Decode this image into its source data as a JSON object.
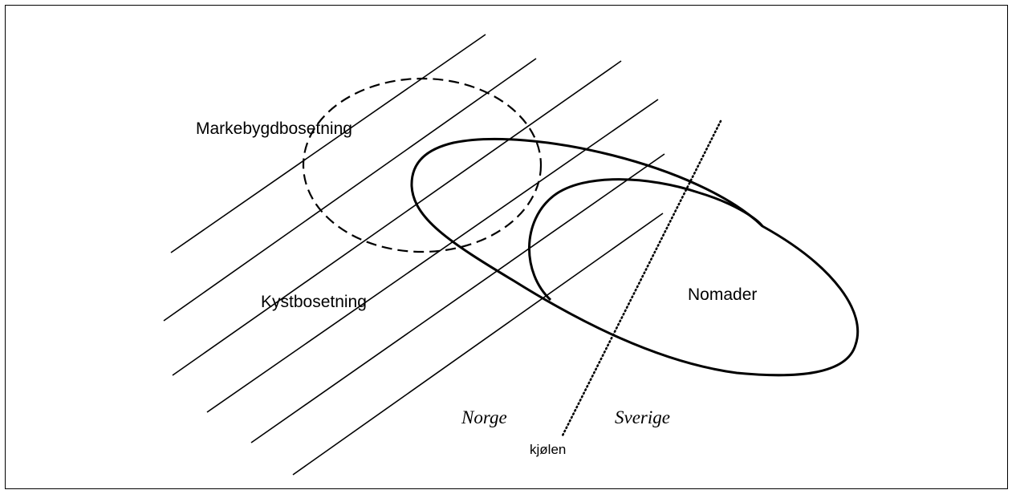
{
  "labels": {
    "markebygd": "Markebygdbosetning",
    "kyst": "Kystbosetning",
    "nomader": "Nomader",
    "norge": "Norge",
    "sverige": "Sverige",
    "kjolen": "kjølen"
  }
}
